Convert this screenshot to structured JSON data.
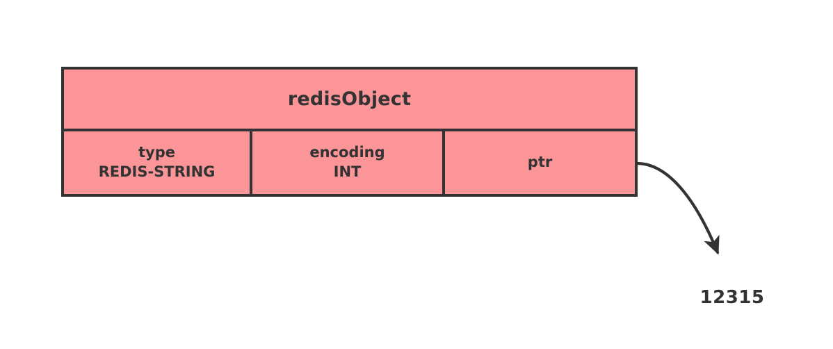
{
  "diagram": {
    "title": "redisObject",
    "background_color": "#ffffff",
    "box": {
      "fill_color": "#fb9598",
      "border_color": "#333333",
      "text_color": "#333333",
      "header_label": "redisObject",
      "fields": [
        {
          "name": "type",
          "label": "type",
          "value": "REDIS-STRING"
        },
        {
          "name": "encoding",
          "label": "encoding",
          "value": "INT"
        },
        {
          "name": "ptr",
          "label": "ptr",
          "value": ""
        }
      ]
    },
    "pointer": {
      "icon": "curved-arrow-icon",
      "color": "#333333",
      "target_label": "12315"
    }
  }
}
